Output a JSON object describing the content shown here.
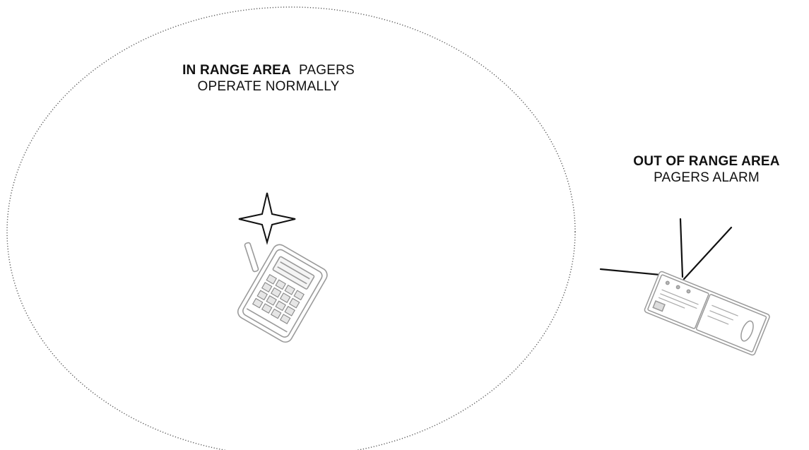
{
  "in_range": {
    "title_bold": "IN RANGE AREA",
    "title_rest": "PAGERS",
    "line2": "OPERATE NORMALLY"
  },
  "out_range": {
    "title_bold": "OUT OF RANGE AREA",
    "line2": "PAGERS ALARM"
  },
  "icons": {
    "transmitter": "handheld-transmitter-icon",
    "pager": "pager-icon",
    "signal": "signal-star-icon",
    "alarm": "alarm-lines-icon"
  },
  "colors": {
    "line": "#111111",
    "boundary": "#555555",
    "device_outline": "#9a9a9a"
  }
}
